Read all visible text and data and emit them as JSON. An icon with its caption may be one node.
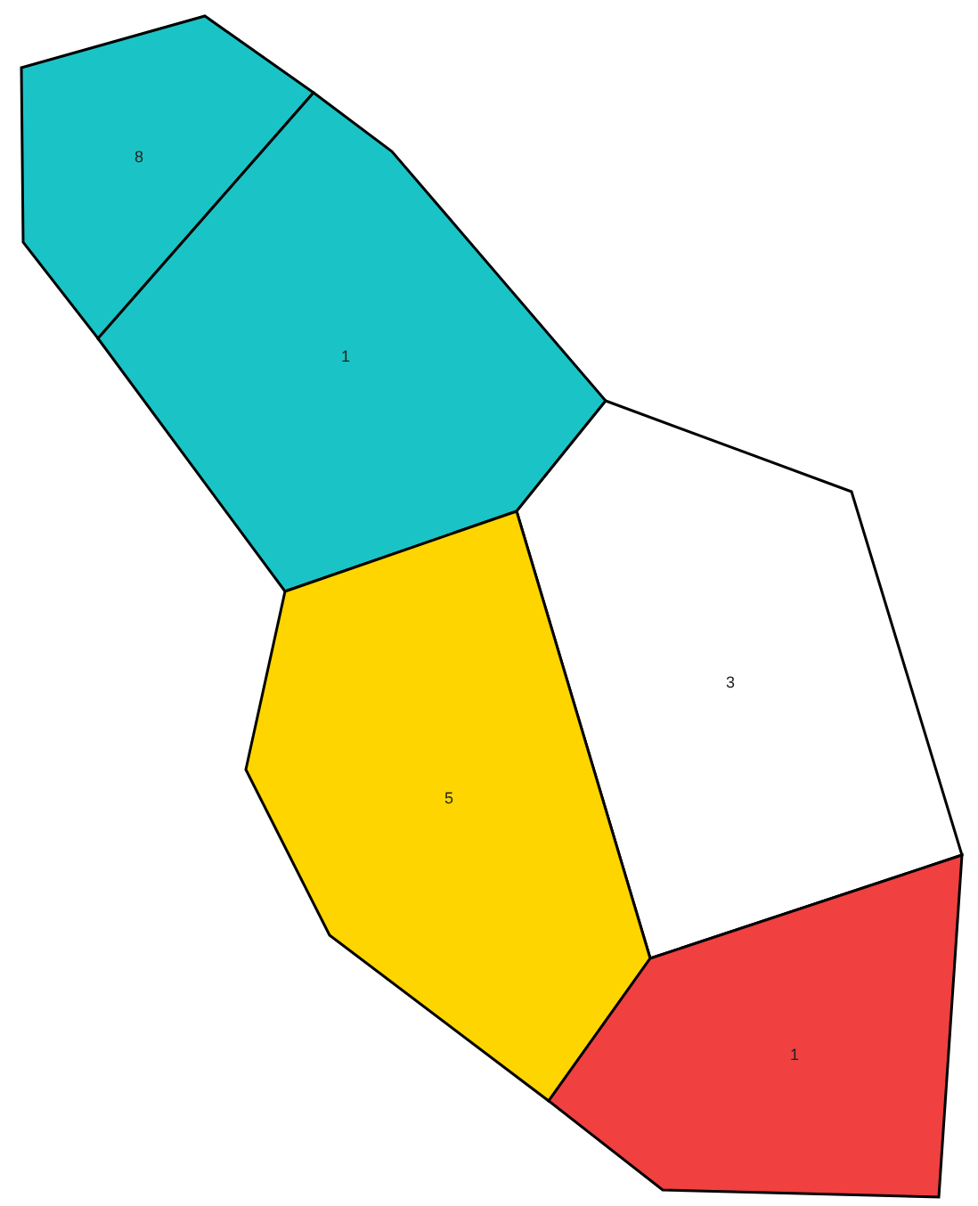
{
  "diagram": {
    "nodes": [
      {
        "text": [
          "8"
        ]
      },
      {
        "text": [
          "1"
        ]
      },
      {
        "text": [
          "3"
        ]
      },
      {
        "text": [
          "5"
        ]
      },
      {
        "text": [
          "1"
        ]
      }
    ]
  }
}
